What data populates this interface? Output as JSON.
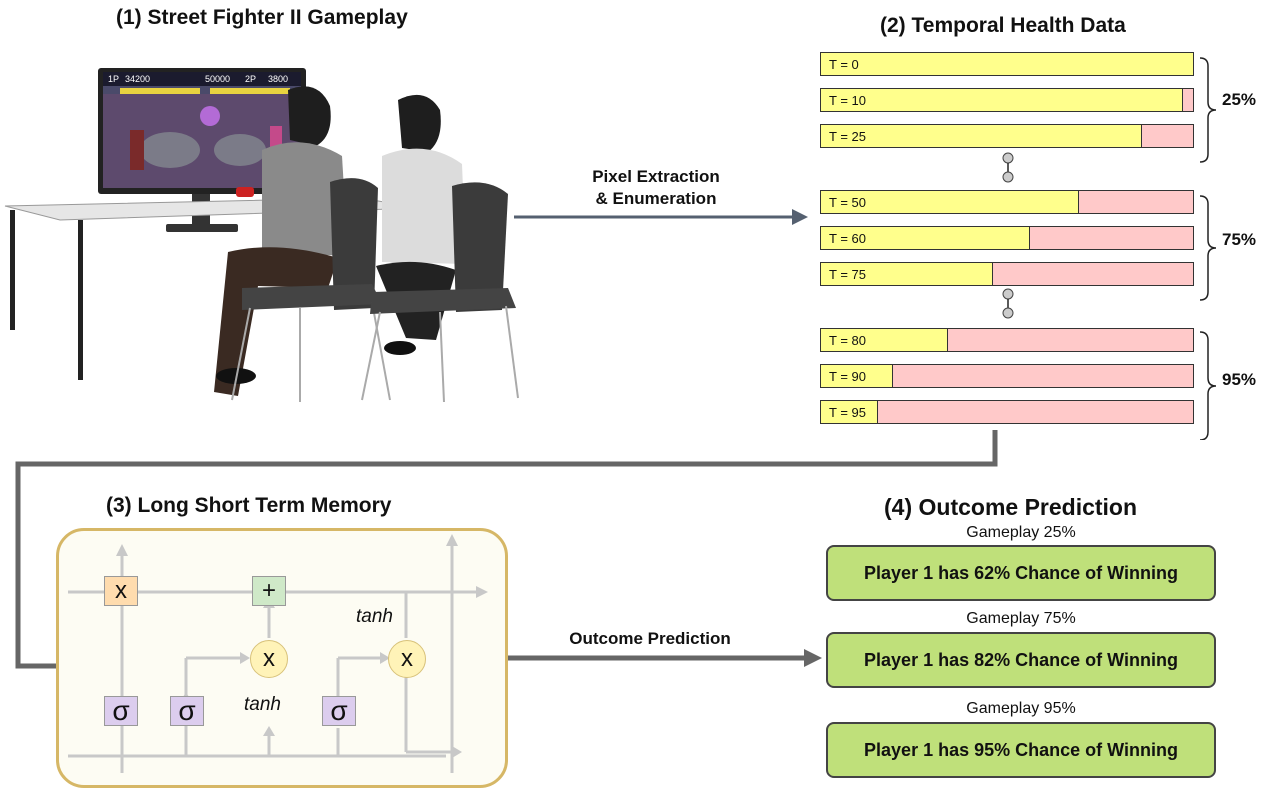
{
  "panel1": {
    "title": "(1) Street Fighter II Gameplay"
  },
  "panel2": {
    "title": "(2) Temporal Health Data",
    "groups": [
      {
        "percent_label": "25%",
        "bars": [
          {
            "label": "T = 0",
            "health_fraction": 1.0
          },
          {
            "label": "T = 10",
            "health_fraction": 0.97
          },
          {
            "label": "T = 25",
            "health_fraction": 0.86
          }
        ]
      },
      {
        "percent_label": "75%",
        "bars": [
          {
            "label": "T = 50",
            "health_fraction": 0.69
          },
          {
            "label": "T = 60",
            "health_fraction": 0.56
          },
          {
            "label": "T = 75",
            "health_fraction": 0.46
          }
        ]
      },
      {
        "percent_label": "95%",
        "bars": [
          {
            "label": "T = 80",
            "health_fraction": 0.34
          },
          {
            "label": "T = 90",
            "health_fraction": 0.19
          },
          {
            "label": "T = 95",
            "health_fraction": 0.15
          }
        ]
      }
    ]
  },
  "flow1": {
    "line1": "Pixel Extraction",
    "line2": "& Enumeration"
  },
  "panel3": {
    "title": "(3) Long Short Term Memory",
    "gates": {
      "multiply": "x",
      "add": "+",
      "sigma": "σ",
      "tanh": "tanh"
    }
  },
  "flow2": {
    "label": "Outcome Prediction"
  },
  "panel4": {
    "title": "(4) Outcome Prediction",
    "predictions": [
      {
        "caption": "Gameplay 25%",
        "text": "Player 1 has 62% Chance of Winning"
      },
      {
        "caption": "Gameplay 75%",
        "text": "Player 1 has 82% Chance of Winning"
      },
      {
        "caption": "Gameplay 95%",
        "text": "Player 1 has 95% Chance of Winning"
      }
    ]
  },
  "game_screen": {
    "hud_left": "1P",
    "hud_score1": "34200",
    "hud_score2": "50000",
    "hud_right": "2P",
    "hud_score3": "3800"
  },
  "colors": {
    "health_fill": "#ffff8c",
    "health_loss": "#ffc9c9",
    "prediction_box": "#bfe07a",
    "lstm_border": "#d6b766",
    "arrow": "#555555"
  }
}
